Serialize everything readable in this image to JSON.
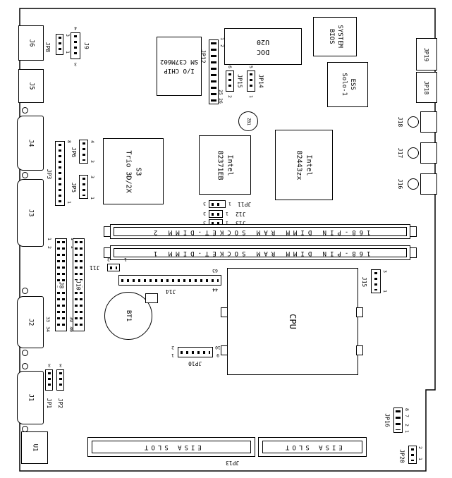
{
  "board": {
    "left": {
      "j6": "J6",
      "j5": "J5",
      "j4": "J4",
      "j3": "J3",
      "j2": "J2",
      "j1": "J1",
      "u1": "U1"
    },
    "right": {
      "jp19": "JP19",
      "jp18": "JP18",
      "j18": "J18",
      "j17": "J17",
      "j16": "J16"
    },
    "chips": {
      "io": {
        "l1": "I/O CHIP",
        "l2": "SM C37M602"
      },
      "doc": {
        "l1": "DOC",
        "l2": "U20"
      },
      "bios": {
        "l1": "SYSTEM",
        "l2": "BIOS"
      },
      "ess": {
        "l1": "ESS",
        "l2": "Solo-1"
      },
      "s3": {
        "l1": "S3",
        "l2": "Trio 3D/2X"
      },
      "sb": {
        "l1": "Intel",
        "l2": "82371EB"
      },
      "nb": {
        "l1": "Intel",
        "l2": "82443zx"
      },
      "cpu": "CPU",
      "bt1": "BT1",
      "zb1": "ZB1"
    },
    "slots": {
      "dimm2": "168-PIN DIMM RAM SOCKET-DIMM 2",
      "dimm1": "168-PIN DIMM RAM SOCKET-DIMM 1",
      "eisa1": "EISA SLOT",
      "eisa2": "EISA SLOT"
    },
    "jumpers": {
      "jp8": {
        "label": "JP8",
        "p1": "3",
        "p2": "1"
      },
      "j9": {
        "label": "J9",
        "p1": "4",
        "p2": "3"
      },
      "jp12": {
        "label": "JP12",
        "p1": "1",
        "p2": "2",
        "p3": "25",
        "p4": "26"
      },
      "jp14": {
        "label": "JP14",
        "p1": "5",
        "p2": "1"
      },
      "jp15": {
        "label": "JP15",
        "p1": "6",
        "p2": "2"
      },
      "jp3": {
        "label": "JP3",
        "p1": "8",
        "p2": "1"
      },
      "jp6": {
        "label": "JP6",
        "p1": "4",
        "p2": "3"
      },
      "jp5": {
        "label": "JP5",
        "p1": "3",
        "p2": "1"
      },
      "jp11": {
        "label": "JP11",
        "p1": "3",
        "p2": "1"
      },
      "j12": {
        "label": "J12",
        "p1": "3",
        "p2": "1"
      },
      "j13": {
        "label": "J13",
        "p1": "3",
        "p2": "1"
      },
      "j11": {
        "label": "J11",
        "p1": "3",
        "p2": "1"
      },
      "j14": {
        "label": "J14",
        "p1": "63",
        "p2": "44"
      },
      "j15": {
        "label": "J15",
        "p1": "3",
        "p2": "1"
      },
      "j8": {
        "label": "J8",
        "p1": "1",
        "p2": "2",
        "p3": "33",
        "p4": "34"
      },
      "j10": {
        "label": "J10",
        "p1": "1",
        "p2": "2",
        "p3": "39",
        "p4": "40"
      },
      "jp10": {
        "label": "JP10",
        "p1": "2",
        "p2": "1",
        "p3": "10",
        "p4": "9"
      },
      "jp1": {
        "label": "JP1",
        "p1": "3"
      },
      "jp2": {
        "label": "JP2",
        "p1": "3"
      },
      "jp16": {
        "label": "JP16",
        "p1": "8",
        "p2": "7",
        "p3": "2",
        "p4": "1"
      },
      "jp20": {
        "label": "JP20",
        "p1": "2",
        "p2": "1"
      },
      "jp13": {
        "label": "JP13"
      }
    }
  }
}
